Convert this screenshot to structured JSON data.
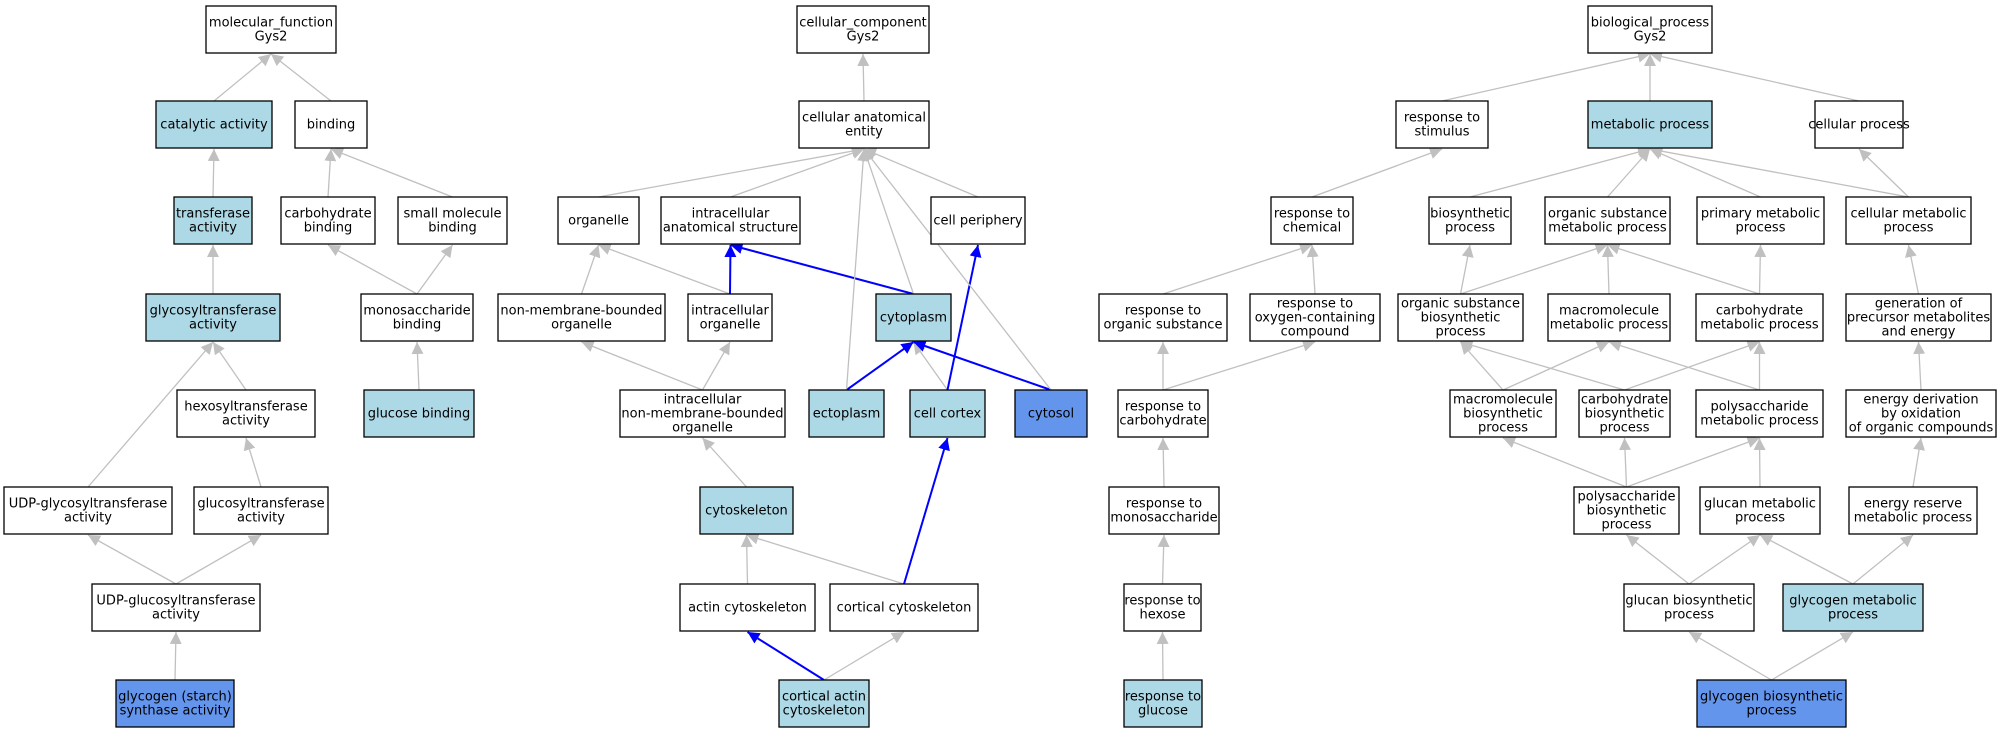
{
  "colors": {
    "plain": "#ffffff",
    "highlight": "#add8e6",
    "target": "#6495ed",
    "edge_grey": "#c0c0c0",
    "edge_blue": "#0000ff"
  },
  "nodes": [
    {
      "id": "mf",
      "lines": [
        "molecular_function",
        "Gys2"
      ],
      "style": "plain"
    },
    {
      "id": "catalytic",
      "lines": [
        "catalytic activity"
      ],
      "style": "highlight"
    },
    {
      "id": "binding",
      "lines": [
        "binding"
      ],
      "style": "plain"
    },
    {
      "id": "transferase",
      "lines": [
        "transferase",
        "activity"
      ],
      "style": "highlight"
    },
    {
      "id": "carb_binding",
      "lines": [
        "carbohydrate",
        "binding"
      ],
      "style": "plain"
    },
    {
      "id": "small_mol",
      "lines": [
        "small molecule",
        "binding"
      ],
      "style": "plain"
    },
    {
      "id": "glycosyltransferase",
      "lines": [
        "glycosyltransferase",
        "activity"
      ],
      "style": "highlight"
    },
    {
      "id": "monosacch_binding",
      "lines": [
        "monosaccharide",
        "binding"
      ],
      "style": "plain"
    },
    {
      "id": "hexosyl",
      "lines": [
        "hexosyltransferase",
        "activity"
      ],
      "style": "plain"
    },
    {
      "id": "glucose_binding",
      "lines": [
        "glucose binding"
      ],
      "style": "highlight"
    },
    {
      "id": "udp_glycosyl",
      "lines": [
        "UDP-glycosyltransferase",
        "activity"
      ],
      "style": "plain"
    },
    {
      "id": "glucosyl",
      "lines": [
        "glucosyltransferase",
        "activity"
      ],
      "style": "plain"
    },
    {
      "id": "udp_glucosyl",
      "lines": [
        "UDP-glucosyltransferase",
        "activity"
      ],
      "style": "plain"
    },
    {
      "id": "glycogen_synthase",
      "lines": [
        "glycogen (starch)",
        "synthase activity"
      ],
      "style": "target"
    },
    {
      "id": "cc",
      "lines": [
        "cellular_component",
        "Gys2"
      ],
      "style": "plain"
    },
    {
      "id": "cae",
      "lines": [
        "cellular anatomical",
        "entity"
      ],
      "style": "plain"
    },
    {
      "id": "organelle",
      "lines": [
        "organelle"
      ],
      "style": "plain"
    },
    {
      "id": "ias",
      "lines": [
        "intracellular",
        "anatomical structure"
      ],
      "style": "plain"
    },
    {
      "id": "cell_periphery",
      "lines": [
        "cell periphery"
      ],
      "style": "plain"
    },
    {
      "id": "nmbo",
      "lines": [
        "non-membrane-bounded",
        "organelle"
      ],
      "style": "plain"
    },
    {
      "id": "intra_org",
      "lines": [
        "intracellular",
        "organelle"
      ],
      "style": "plain"
    },
    {
      "id": "cytoplasm",
      "lines": [
        "cytoplasm"
      ],
      "style": "highlight"
    },
    {
      "id": "inmbo",
      "lines": [
        "intracellular",
        "non-membrane-bounded",
        "organelle"
      ],
      "style": "plain"
    },
    {
      "id": "ectoplasm",
      "lines": [
        "ectoplasm"
      ],
      "style": "highlight"
    },
    {
      "id": "cell_cortex",
      "lines": [
        "cell cortex"
      ],
      "style": "highlight"
    },
    {
      "id": "cytosol",
      "lines": [
        "cytosol"
      ],
      "style": "target"
    },
    {
      "id": "cytoskeleton",
      "lines": [
        "cytoskeleton"
      ],
      "style": "highlight"
    },
    {
      "id": "actin_cyto",
      "lines": [
        "actin cytoskeleton"
      ],
      "style": "plain"
    },
    {
      "id": "cortical_cyto",
      "lines": [
        "cortical cytoskeleton"
      ],
      "style": "plain"
    },
    {
      "id": "cortical_actin",
      "lines": [
        "cortical actin",
        "cytoskeleton"
      ],
      "style": "highlight"
    },
    {
      "id": "resp_stim",
      "lines": [
        "response to",
        "stimulus"
      ],
      "style": "plain"
    },
    {
      "id": "resp_chem",
      "lines": [
        "response to",
        "chemical"
      ],
      "style": "plain"
    },
    {
      "id": "resp_org",
      "lines": [
        "response to",
        "organic substance"
      ],
      "style": "plain"
    },
    {
      "id": "resp_oxy",
      "lines": [
        "response to",
        "oxygen-containing",
        "compound"
      ],
      "style": "plain"
    },
    {
      "id": "resp_carb",
      "lines": [
        "response to",
        "carbohydrate"
      ],
      "style": "plain"
    },
    {
      "id": "resp_mono",
      "lines": [
        "response to",
        "monosaccharide"
      ],
      "style": "plain"
    },
    {
      "id": "resp_hex",
      "lines": [
        "response to",
        "hexose"
      ],
      "style": "plain"
    },
    {
      "id": "resp_gluc",
      "lines": [
        "response to",
        "glucose"
      ],
      "style": "highlight"
    },
    {
      "id": "bp",
      "lines": [
        "biological_process",
        "Gys2"
      ],
      "style": "plain"
    },
    {
      "id": "metab",
      "lines": [
        "metabolic process"
      ],
      "style": "highlight"
    },
    {
      "id": "cell_proc",
      "lines": [
        "cellular process"
      ],
      "style": "plain"
    },
    {
      "id": "biosyn",
      "lines": [
        "biosynthetic",
        "process"
      ],
      "style": "plain"
    },
    {
      "id": "osmp",
      "lines": [
        "organic substance",
        "metabolic process"
      ],
      "style": "plain"
    },
    {
      "id": "pmp",
      "lines": [
        "primary metabolic",
        "process"
      ],
      "style": "plain"
    },
    {
      "id": "cmp",
      "lines": [
        "cellular metabolic",
        "process"
      ],
      "style": "plain"
    },
    {
      "id": "osbp",
      "lines": [
        "organic substance",
        "biosynthetic",
        "process"
      ],
      "style": "plain"
    },
    {
      "id": "mmp",
      "lines": [
        "macromolecule",
        "metabolic process"
      ],
      "style": "plain"
    },
    {
      "id": "carbmp",
      "lines": [
        "carbohydrate",
        "metabolic process"
      ],
      "style": "plain"
    },
    {
      "id": "genprec",
      "lines": [
        "generation of",
        "precursor metabolites",
        "and energy"
      ],
      "style": "plain"
    },
    {
      "id": "mbp",
      "lines": [
        "macromolecule",
        "biosynthetic",
        "process"
      ],
      "style": "plain"
    },
    {
      "id": "cbp",
      "lines": [
        "carbohydrate",
        "biosynthetic",
        "process"
      ],
      "style": "plain"
    },
    {
      "id": "psmp",
      "lines": [
        "polysaccharide",
        "metabolic process"
      ],
      "style": "plain"
    },
    {
      "id": "edox",
      "lines": [
        "energy derivation",
        "by oxidation",
        "of organic compounds"
      ],
      "style": "plain"
    },
    {
      "id": "psbp",
      "lines": [
        "polysaccharide",
        "biosynthetic",
        "process"
      ],
      "style": "plain"
    },
    {
      "id": "glucmp",
      "lines": [
        "glucan metabolic",
        "process"
      ],
      "style": "plain"
    },
    {
      "id": "ermp",
      "lines": [
        "energy reserve",
        "metabolic process"
      ],
      "style": "plain"
    },
    {
      "id": "glucbp",
      "lines": [
        "glucan biosynthetic",
        "process"
      ],
      "style": "plain"
    },
    {
      "id": "glycmp",
      "lines": [
        "glycogen metabolic",
        "process"
      ],
      "style": "highlight"
    },
    {
      "id": "glycbp",
      "lines": [
        "glycogen biosynthetic",
        "process"
      ],
      "style": "target"
    }
  ],
  "edges": [
    {
      "from": "catalytic",
      "to": "mf",
      "color": "grey"
    },
    {
      "from": "binding",
      "to": "mf",
      "color": "grey"
    },
    {
      "from": "transferase",
      "to": "catalytic",
      "color": "grey"
    },
    {
      "from": "carb_binding",
      "to": "binding",
      "color": "grey"
    },
    {
      "from": "small_mol",
      "to": "binding",
      "color": "grey"
    },
    {
      "from": "glycosyltransferase",
      "to": "transferase",
      "color": "grey"
    },
    {
      "from": "monosacch_binding",
      "to": "carb_binding",
      "color": "grey"
    },
    {
      "from": "monosacch_binding",
      "to": "small_mol",
      "color": "grey"
    },
    {
      "from": "hexosyl",
      "to": "glycosyltransferase",
      "color": "grey"
    },
    {
      "from": "udp_glycosyl",
      "to": "glycosyltransferase",
      "color": "grey"
    },
    {
      "from": "glucose_binding",
      "to": "monosacch_binding",
      "color": "grey"
    },
    {
      "from": "glucosyl",
      "to": "hexosyl",
      "color": "grey"
    },
    {
      "from": "udp_glucosyl",
      "to": "udp_glycosyl",
      "color": "grey"
    },
    {
      "from": "udp_glucosyl",
      "to": "glucosyl",
      "color": "grey"
    },
    {
      "from": "glycogen_synthase",
      "to": "udp_glucosyl",
      "color": "grey"
    },
    {
      "from": "cae",
      "to": "cc",
      "color": "grey"
    },
    {
      "from": "organelle",
      "to": "cae",
      "color": "grey"
    },
    {
      "from": "ias",
      "to": "cae",
      "color": "grey"
    },
    {
      "from": "cell_periphery",
      "to": "cae",
      "color": "grey"
    },
    {
      "from": "nmbo",
      "to": "organelle",
      "color": "grey"
    },
    {
      "from": "intra_org",
      "to": "organelle",
      "color": "grey"
    },
    {
      "from": "intra_org",
      "to": "ias",
      "color": "blue"
    },
    {
      "from": "cytoplasm",
      "to": "ias",
      "color": "blue"
    },
    {
      "from": "cytoplasm",
      "to": "cae",
      "color": "grey"
    },
    {
      "from": "inmbo",
      "to": "nmbo",
      "color": "grey"
    },
    {
      "from": "inmbo",
      "to": "intra_org",
      "color": "grey"
    },
    {
      "from": "ectoplasm",
      "to": "cytoplasm",
      "color": "blue"
    },
    {
      "from": "ectoplasm",
      "to": "cae",
      "color": "grey"
    },
    {
      "from": "cell_cortex",
      "to": "cytoplasm",
      "color": "grey"
    },
    {
      "from": "cell_cortex",
      "to": "cell_periphery",
      "color": "blue"
    },
    {
      "from": "cytosol",
      "to": "cytoplasm",
      "color": "blue"
    },
    {
      "from": "cytosol",
      "to": "cae",
      "color": "grey"
    },
    {
      "from": "cytoskeleton",
      "to": "inmbo",
      "color": "grey"
    },
    {
      "from": "actin_cyto",
      "to": "cytoskeleton",
      "color": "grey"
    },
    {
      "from": "cortical_cyto",
      "to": "cytoskeleton",
      "color": "grey"
    },
    {
      "from": "cortical_cyto",
      "to": "cell_cortex",
      "color": "blue"
    },
    {
      "from": "cortical_actin",
      "to": "actin_cyto",
      "color": "blue"
    },
    {
      "from": "cortical_actin",
      "to": "cortical_cyto",
      "color": "grey"
    },
    {
      "from": "resp_stim",
      "to": "bp",
      "color": "grey"
    },
    {
      "from": "metab",
      "to": "bp",
      "color": "grey"
    },
    {
      "from": "cell_proc",
      "to": "bp",
      "color": "grey"
    },
    {
      "from": "resp_chem",
      "to": "resp_stim",
      "color": "grey"
    },
    {
      "from": "resp_org",
      "to": "resp_chem",
      "color": "grey"
    },
    {
      "from": "resp_oxy",
      "to": "resp_chem",
      "color": "grey"
    },
    {
      "from": "resp_carb",
      "to": "resp_org",
      "color": "grey"
    },
    {
      "from": "resp_carb",
      "to": "resp_oxy",
      "color": "grey"
    },
    {
      "from": "resp_mono",
      "to": "resp_carb",
      "color": "grey"
    },
    {
      "from": "resp_hex",
      "to": "resp_mono",
      "color": "grey"
    },
    {
      "from": "resp_gluc",
      "to": "resp_hex",
      "color": "grey"
    },
    {
      "from": "biosyn",
      "to": "metab",
      "color": "grey"
    },
    {
      "from": "osmp",
      "to": "metab",
      "color": "grey"
    },
    {
      "from": "pmp",
      "to": "metab",
      "color": "grey"
    },
    {
      "from": "cmp",
      "to": "metab",
      "color": "grey"
    },
    {
      "from": "cmp",
      "to": "cell_proc",
      "color": "grey"
    },
    {
      "from": "osbp",
      "to": "biosyn",
      "color": "grey"
    },
    {
      "from": "osbp",
      "to": "osmp",
      "color": "grey"
    },
    {
      "from": "mmp",
      "to": "osmp",
      "color": "grey"
    },
    {
      "from": "carbmp",
      "to": "osmp",
      "color": "grey"
    },
    {
      "from": "carbmp",
      "to": "pmp",
      "color": "grey"
    },
    {
      "from": "genprec",
      "to": "cmp",
      "color": "grey"
    },
    {
      "from": "mbp",
      "to": "osbp",
      "color": "grey"
    },
    {
      "from": "mbp",
      "to": "mmp",
      "color": "grey"
    },
    {
      "from": "cbp",
      "to": "osbp",
      "color": "grey"
    },
    {
      "from": "cbp",
      "to": "carbmp",
      "color": "grey"
    },
    {
      "from": "psmp",
      "to": "mmp",
      "color": "grey"
    },
    {
      "from": "psmp",
      "to": "carbmp",
      "color": "grey"
    },
    {
      "from": "edox",
      "to": "genprec",
      "color": "grey"
    },
    {
      "from": "psbp",
      "to": "mbp",
      "color": "grey"
    },
    {
      "from": "psbp",
      "to": "cbp",
      "color": "grey"
    },
    {
      "from": "psbp",
      "to": "psmp",
      "color": "grey"
    },
    {
      "from": "glucmp",
      "to": "psmp",
      "color": "grey"
    },
    {
      "from": "ermp",
      "to": "edox",
      "color": "grey"
    },
    {
      "from": "glucbp",
      "to": "psbp",
      "color": "grey"
    },
    {
      "from": "glucbp",
      "to": "glucmp",
      "color": "grey"
    },
    {
      "from": "glycmp",
      "to": "glucmp",
      "color": "grey"
    },
    {
      "from": "glycmp",
      "to": "ermp",
      "color": "grey"
    },
    {
      "from": "glycbp",
      "to": "glucbp",
      "color": "grey"
    },
    {
      "from": "glycbp",
      "to": "glycmp",
      "color": "grey"
    }
  ]
}
